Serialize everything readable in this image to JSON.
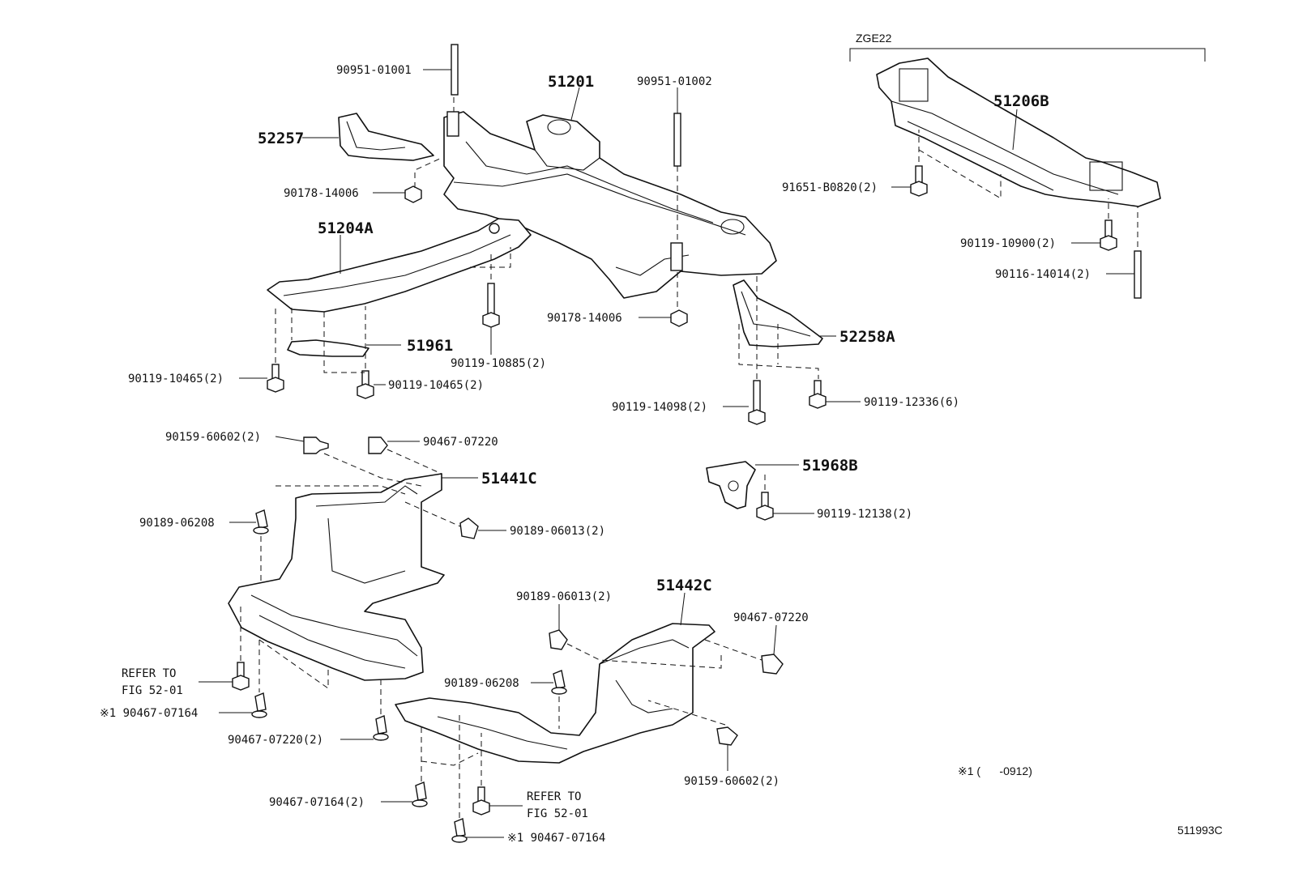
{
  "group": {
    "label": "ZGE22"
  },
  "parts": {
    "p51201": "51201",
    "p51206B": "51206B",
    "p52257": "52257",
    "p51204A": "51204A",
    "p51961": "51961",
    "p52258A": "52258A",
    "p51441C": "51441C",
    "p51968B": "51968B",
    "p51442C": "51442C"
  },
  "fasteners": {
    "f1": "90951-01001",
    "f2": "90951-01002",
    "f3": "90178-14006",
    "f4": "90178-14006",
    "f5": "91651-B0820(2)",
    "f6": "90119-10900(2)",
    "f7": "90116-14014(2)",
    "f8": "90119-10885(2)",
    "f9": "90119-10465(2)",
    "f10": "90119-10465(2)",
    "f11": "90119-14098(2)",
    "f12": "90119-12336(6)",
    "f13": "90159-60602(2)",
    "f14": "90467-07220",
    "f15": "90189-06208",
    "f16": "90189-06013(2)",
    "f17": "90119-12138(2)",
    "f18": "90189-06013(2)",
    "f19": "90467-07220",
    "f20": "90189-06208",
    "f21": "90467-07220(2)",
    "f22": "90467-07164(2)",
    "f23": "90159-60602(2)",
    "f24": "※1 90467-07164",
    "f25": "※1 90467-07164"
  },
  "refs": {
    "r1a": "REFER TO",
    "r1b": "FIG 52-01",
    "r2a": "REFER TO",
    "r2b": "FIG 52-01"
  },
  "footnote": {
    "text": "※1 (      -0912)"
  },
  "illustration_id": "511993C"
}
